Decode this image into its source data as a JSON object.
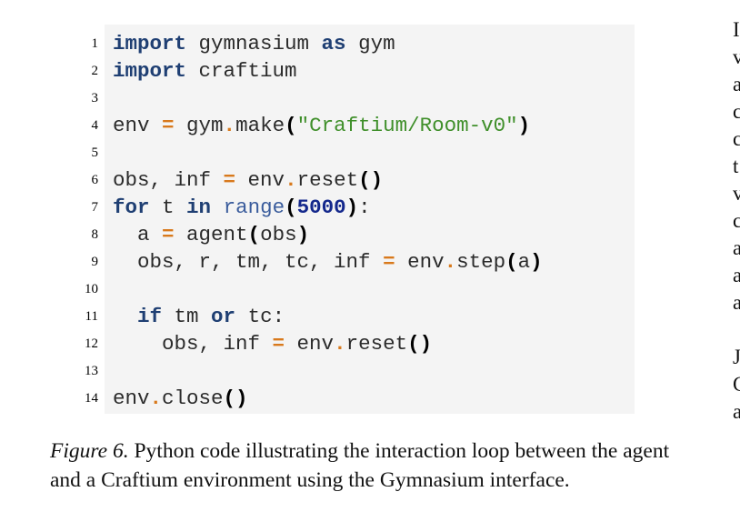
{
  "code": {
    "line_numbers": [
      "1",
      "2",
      "3",
      "4",
      "5",
      "6",
      "7",
      "8",
      "9",
      "10",
      "11",
      "12",
      "13",
      "14"
    ],
    "lines": [
      [
        {
          "t": "import",
          "c": "kw"
        },
        {
          "t": " gymnasium "
        },
        {
          "t": "as",
          "c": "kw"
        },
        {
          "t": " gym"
        }
      ],
      [
        {
          "t": "import",
          "c": "kw"
        },
        {
          "t": " craftium"
        }
      ],
      [],
      [
        {
          "t": "env "
        },
        {
          "t": "=",
          "c": "op"
        },
        {
          "t": " gym"
        },
        {
          "t": ".",
          "c": "op"
        },
        {
          "t": "make"
        },
        {
          "t": "(",
          "c": "paren"
        },
        {
          "t": "\"Craftium/Room-v0\"",
          "c": "str"
        },
        {
          "t": ")",
          "c": "paren"
        }
      ],
      [],
      [
        {
          "t": "obs, inf "
        },
        {
          "t": "=",
          "c": "op"
        },
        {
          "t": " env"
        },
        {
          "t": ".",
          "c": "op"
        },
        {
          "t": "reset"
        },
        {
          "t": "()",
          "c": "paren"
        }
      ],
      [
        {
          "t": "for",
          "c": "kw"
        },
        {
          "t": " t "
        },
        {
          "t": "in",
          "c": "kw"
        },
        {
          "t": " "
        },
        {
          "t": "range",
          "c": "builtin"
        },
        {
          "t": "(",
          "c": "paren"
        },
        {
          "t": "5000",
          "c": "num"
        },
        {
          "t": ")",
          "c": "paren"
        },
        {
          "t": ":"
        }
      ],
      [
        {
          "t": "  a "
        },
        {
          "t": "=",
          "c": "op"
        },
        {
          "t": " agent"
        },
        {
          "t": "(",
          "c": "paren"
        },
        {
          "t": "obs"
        },
        {
          "t": ")",
          "c": "paren"
        }
      ],
      [
        {
          "t": "  obs, r, tm, tc, inf "
        },
        {
          "t": "=",
          "c": "op"
        },
        {
          "t": " env"
        },
        {
          "t": ".",
          "c": "op"
        },
        {
          "t": "step"
        },
        {
          "t": "(",
          "c": "paren"
        },
        {
          "t": "a"
        },
        {
          "t": ")",
          "c": "paren"
        }
      ],
      [],
      [
        {
          "t": "  "
        },
        {
          "t": "if",
          "c": "kw"
        },
        {
          "t": " tm "
        },
        {
          "t": "or",
          "c": "kw"
        },
        {
          "t": " tc:"
        }
      ],
      [
        {
          "t": "    obs, inf "
        },
        {
          "t": "=",
          "c": "op"
        },
        {
          "t": " env"
        },
        {
          "t": ".",
          "c": "op"
        },
        {
          "t": "reset"
        },
        {
          "t": "()",
          "c": "paren"
        }
      ],
      [],
      [
        {
          "t": "env"
        },
        {
          "t": ".",
          "c": "op"
        },
        {
          "t": "close"
        },
        {
          "t": "()",
          "c": "paren"
        }
      ]
    ]
  },
  "caption": {
    "label": "Figure 6.",
    "text": " Python code illustrating the interaction loop between the agent and a Craftium environment using the Gymnasium interface."
  },
  "right_column_fragments": [
    "I",
    "v",
    "a",
    "c",
    "c",
    "t",
    "v",
    "c",
    "a",
    "a",
    "a",
    "",
    "J",
    "C",
    "a"
  ]
}
